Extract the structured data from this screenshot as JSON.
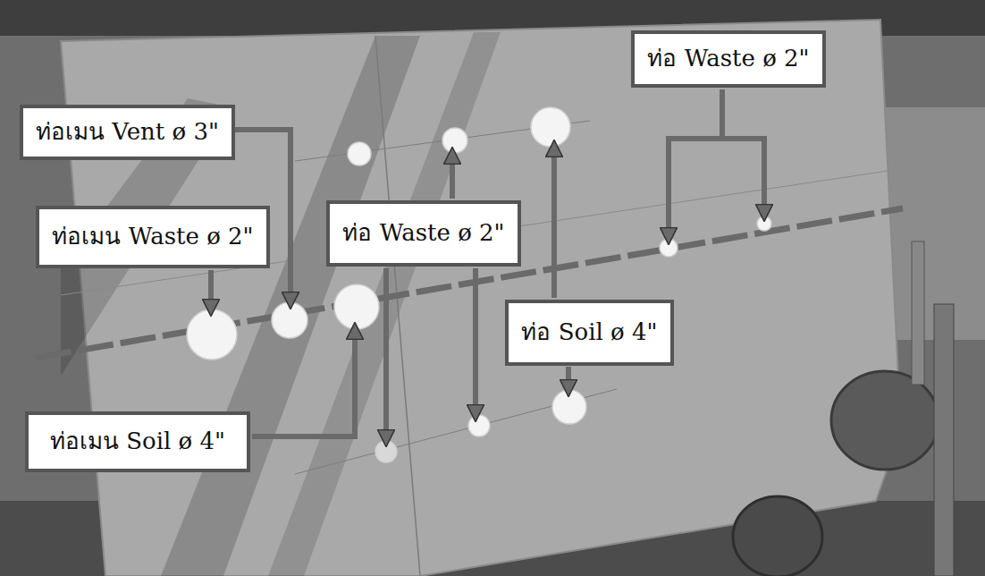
{
  "diagram": {
    "nodes": [
      {
        "text": [
          "ท่อ Waste ø 2\""
        ]
      },
      {
        "text": [
          "ท่อเมน Vent ø 3\""
        ]
      },
      {
        "text": [
          "ท่อเมน Waste ø 2\""
        ]
      },
      {
        "text": [
          "ท่อ Waste ø 2\""
        ]
      },
      {
        "text": [
          "ท่อ Soil ø 4\""
        ]
      },
      {
        "text": [
          "ท่อเมน Soil ø 4\""
        ]
      }
    ],
    "edges": []
  }
}
